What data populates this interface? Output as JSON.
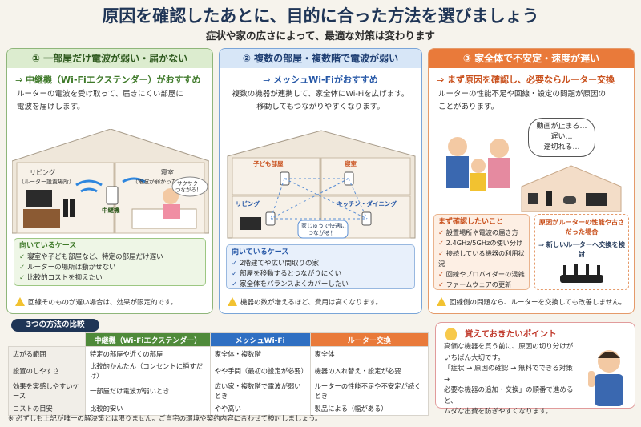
{
  "title": "原因を確認したあとに、目的に合った方法を選びましょう",
  "subtitle": "症状や家の広さによって、最適な対策は変わります",
  "col1": {
    "header": "① 一部屋だけ電波が弱い・届かない",
    "recommend": "⇒ 中継機（Wi-Fiエクステンダー）がおすすめ",
    "desc1": "ルーターの電波を受け取って、届きにくい部屋に",
    "desc2": "電波を届けします。",
    "room1_label": "リビング",
    "room1_sub": "（ルーター設置場所）",
    "room2_label": "寝室",
    "room2_sub": "（電波が弱かった部屋）",
    "repeater_label": "中継機",
    "speech": "サクサク\nつながる！",
    "box_title": "向いているケース",
    "items": [
      "寝室や子ども部屋など、特定の部屋だけ遅い",
      "ルーターの場所は動かせない",
      "比較的コストを抑えたい"
    ],
    "note": "回線そのものが遅い場合は、効果が限定的です。"
  },
  "col2": {
    "header": "② 複数の部屋・複数階で電波が弱い",
    "recommend": "⇒ メッシュWi-Fiがおすすめ",
    "desc1": "複数の機器が連携して、家全体にWi-Fiを広げます。",
    "desc2": "移動してもつながりやすくなります。",
    "rooms": [
      "子ども部屋",
      "寝室",
      "リビング",
      "キッチン・ダイニング"
    ],
    "callout": "家じゅうで快適に\nつながる！",
    "box_title": "向いているケース",
    "items": [
      "2階建てや広い間取りの家",
      "部屋を移動するとつながりにくい",
      "家全体をバランスよくカバーしたい"
    ],
    "note": "機器の数が増えるほど、費用は高くなります。"
  },
  "col3": {
    "header": "③ 家全体で不安定・速度が遅い",
    "recommend": "⇒ まず原因を確認し、必要ならルーター交換",
    "desc1": "ルーターの性能不足や回線・設定の問題が原因の",
    "desc2": "ことがあります。",
    "thought": [
      "動画が止まる…",
      "遅い…",
      "途切れる…"
    ],
    "check_title": "まず確認したいこと",
    "checks": [
      "設置場所や電波の届き方",
      "2.4GHz/5GHzの使い分け",
      "接続している機器の利用状況",
      "回線やプロバイダーの混雑",
      "ファームウェアの更新"
    ],
    "cause_title": "原因がルーターの性能や古さだった場合",
    "cause_result": "⇒ 新しいルーターへ交換を検討",
    "note": "回線側の問題なら、ルーターを交換しても改善しません。"
  },
  "comparison": {
    "title": "3つの方法の比較",
    "headers": [
      "中継機（Wi-Fiエクステンダー）",
      "メッシュWi-Fi",
      "ルーター交換"
    ],
    "rows": [
      {
        "label": "広がる範囲",
        "v": [
          "特定の部屋や近くの部屋",
          "家全体・複数階",
          "家全体"
        ]
      },
      {
        "label": "設置のしやすさ",
        "v": [
          "比較的かんたん（コンセントに挿すだけ）",
          "やや手間（最初の設定が必要）",
          "機器の入れ替え・設定が必要"
        ]
      },
      {
        "label": "効果を実感しやすいケース",
        "v": [
          "一部屋だけ電波が弱いとき",
          "広い家・複数階で電波が弱いとき",
          "ルーターの性能不足や不安定が続くとき"
        ]
      },
      {
        "label": "コストの目安",
        "v": [
          "比較的安い",
          "やや高い",
          "製品による（幅がある）"
        ]
      }
    ]
  },
  "point": {
    "title": "覚えておきたいポイント",
    "lines": [
      "高価な機器を買う前に、原因の切り分けが",
      "いちばん大切です。",
      "「症状 → 原因の確認 → 無料でできる対策 →",
      "必要な機器の追加・交換」の順番で進めると、",
      "ムダな出費を防ぎやすくなります。"
    ]
  },
  "footnote": "※ 必ずしも上記が唯一の解決策とは限りません。ご自宅の環境や契約内容に合わせて検討しましょう。"
}
